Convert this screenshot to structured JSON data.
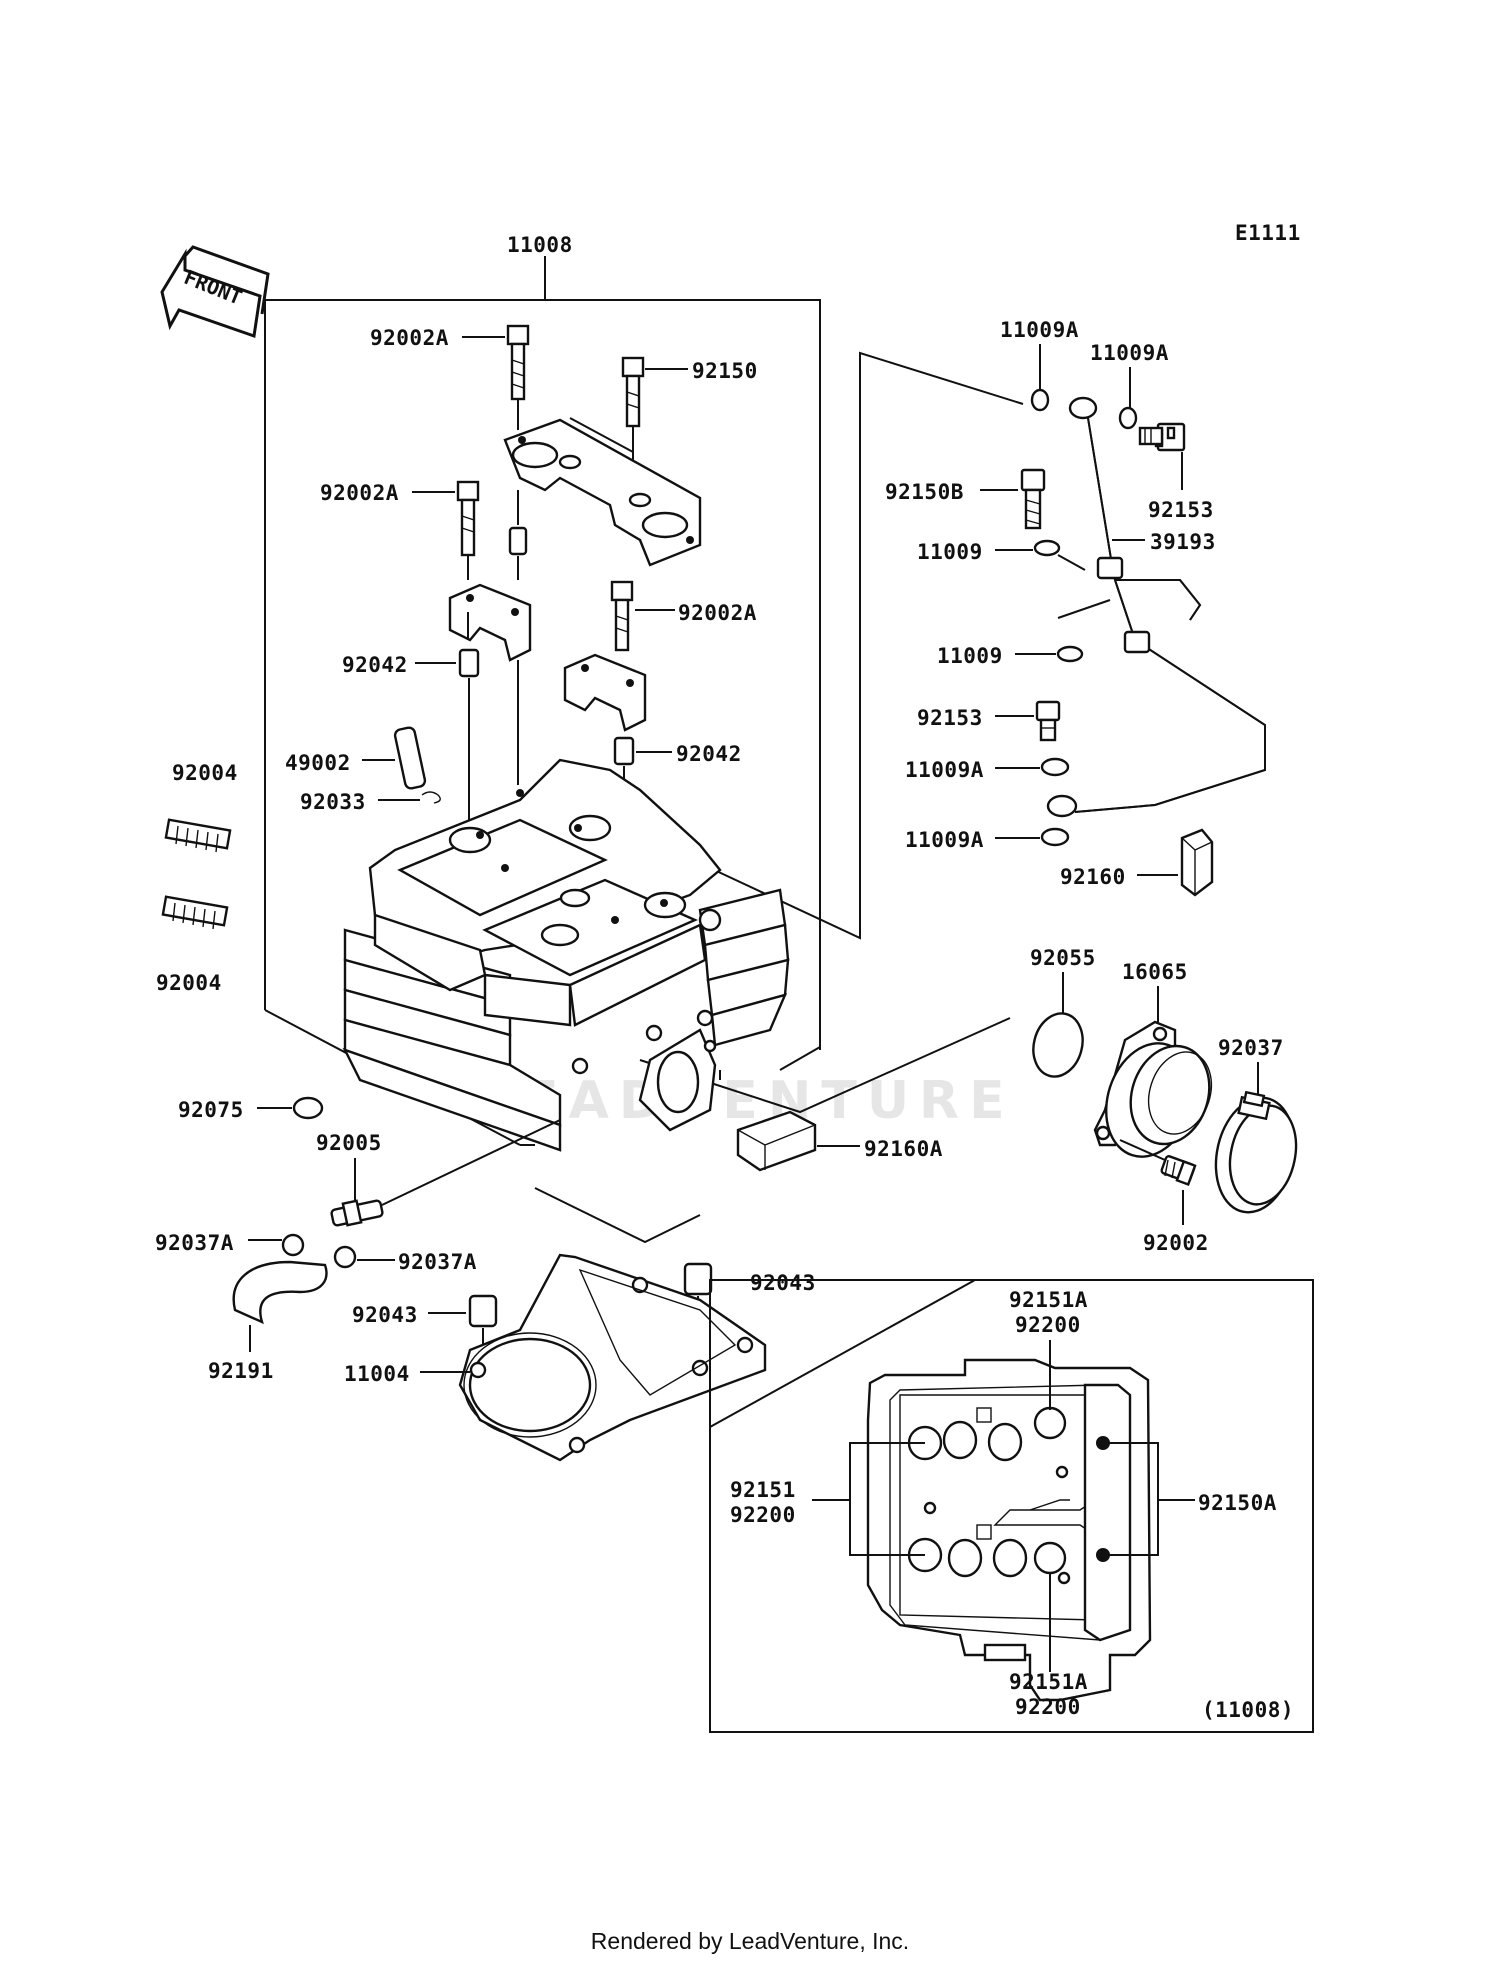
{
  "diagram": {
    "code": "E1111",
    "front_label": "FRONT",
    "watermark": "LEADVENTURE",
    "labels": {
      "l11008": "11008",
      "l92002A_1": "92002A",
      "l92150": "92150",
      "l92002A_2": "92002A",
      "l92002A_3": "92002A",
      "l92042_1": "92042",
      "l92042_2": "92042",
      "l49002": "49002",
      "l92033": "92033",
      "l92004_1": "92004",
      "l92004_2": "92004",
      "l92075": "92075",
      "l92005": "92005",
      "l92037A_1": "92037A",
      "l92037A_2": "92037A",
      "l92191": "92191",
      "l92043_1": "92043",
      "l92043_2": "92043",
      "l11004": "11004",
      "l92160A": "92160A",
      "l11009A_1": "11009A",
      "l11009A_2": "11009A",
      "l92150B": "92150B",
      "l92153_1": "92153",
      "l39193": "39193",
      "l11009_1": "11009",
      "l11009_2": "11009",
      "l92153_2": "92153",
      "l11009A_3": "11009A",
      "l11009A_4": "11009A",
      "l92160": "92160",
      "l92055": "92055",
      "l16065": "16065",
      "l92037": "92037",
      "l92002": "92002",
      "l92151A_1": "92151A",
      "l92200_1": "92200",
      "l92151": "92151",
      "l92200_2": "92200",
      "l92150A": "92150A",
      "l92151A_2": "92151A",
      "l92200_3": "92200",
      "l11008_inset": "(11008)"
    }
  },
  "footer": "Rendered by LeadVenture, Inc."
}
